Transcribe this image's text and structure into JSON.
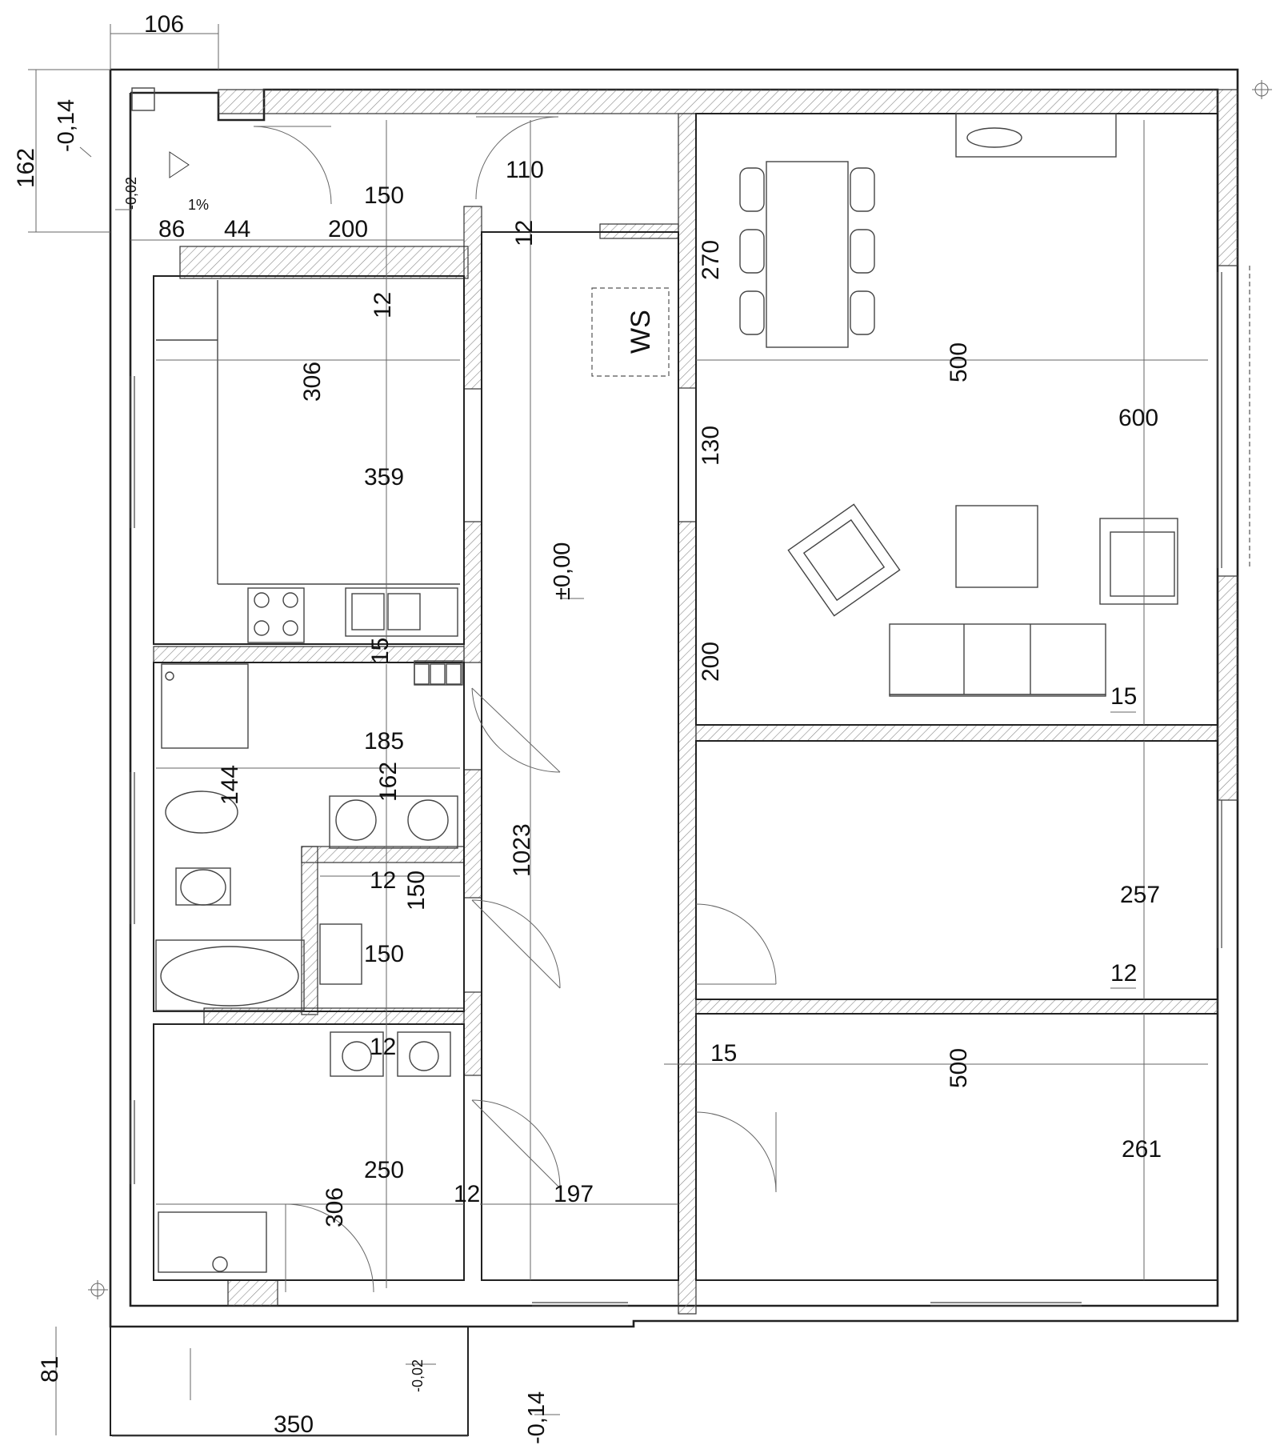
{
  "exterior": {
    "top_width": "106",
    "left_height": "162",
    "level_outside_top": "-0,14",
    "level_entry": "-0,02",
    "slope": "1%",
    "porch_depth": "81",
    "porch_width": "350",
    "level_porch": "-0,02",
    "level_outside_bottom": "-0,14"
  },
  "vestibule": {
    "d1": "86",
    "d2": "44",
    "width": "200",
    "depth": "150",
    "door": "110",
    "wall": "12"
  },
  "kitchen": {
    "wall": "12",
    "depth": "306",
    "length": "359"
  },
  "hall": {
    "wall": "12",
    "level": "±0,00",
    "length": "1023",
    "wall_bottom": "12",
    "width": "197"
  },
  "living": {
    "d_upper": "270",
    "d_mid": "130",
    "d_lower": "200",
    "width": "500",
    "length": "600",
    "ws_label": "WS"
  },
  "bathroom": {
    "wall": "15",
    "width": "185",
    "depth": "144",
    "d2": "162"
  },
  "wc": {
    "wall": "12",
    "depth": "150",
    "width": "150"
  },
  "utility": {
    "wall": "12",
    "depth": "250",
    "width": "306"
  },
  "bedroom1": {
    "wall": "15",
    "depth": "257",
    "wall2": "12"
  },
  "bedroom2": {
    "wall": "15",
    "width": "500",
    "depth": "261"
  }
}
